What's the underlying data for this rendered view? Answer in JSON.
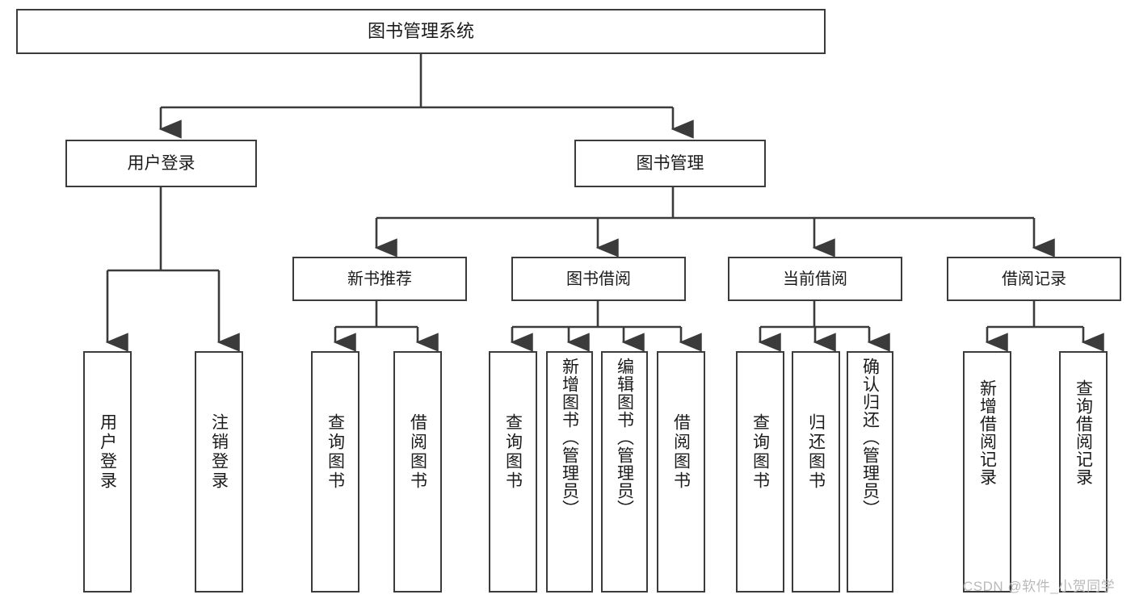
{
  "diagram": {
    "title": "图书管理系统",
    "type": "hierarchy-tree",
    "orientation": "top-down",
    "colors": {
      "stroke": "#3b3b3b",
      "fill": "#ffffff",
      "text": "#1b1b1b",
      "watermark": "#b9b9b9"
    },
    "nodes": {
      "root": {
        "label": "图书管理系统"
      },
      "level1": [
        {
          "id": "user-login",
          "label": "用户登录"
        },
        {
          "id": "book-management",
          "label": "图书管理"
        }
      ],
      "level2": [
        {
          "id": "new-book-recommend",
          "label": "新书推荐"
        },
        {
          "id": "book-borrow",
          "label": "图书借阅"
        },
        {
          "id": "current-borrow",
          "label": "当前借阅"
        },
        {
          "id": "borrow-record",
          "label": "借阅记录"
        }
      ],
      "leaves": {
        "user-login": [
          {
            "id": "leaf-user-login",
            "label": "用户登录"
          },
          {
            "id": "leaf-logout-login",
            "label": "注销登录"
          }
        ],
        "new-book-recommend": [
          {
            "id": "leaf-query-book-1",
            "label": "查询图书"
          },
          {
            "id": "leaf-borrow-book-1",
            "label": "借阅图书"
          }
        ],
        "book-borrow": [
          {
            "id": "leaf-query-book-2",
            "label": "查询图书"
          },
          {
            "id": "leaf-add-book-admin",
            "label": "新增图书（管理员）"
          },
          {
            "id": "leaf-edit-book-admin",
            "label": "编辑图书（管理员）"
          },
          {
            "id": "leaf-borrow-book-2",
            "label": "借阅图书"
          }
        ],
        "current-borrow": [
          {
            "id": "leaf-query-book-3",
            "label": "查询图书"
          },
          {
            "id": "leaf-return-book",
            "label": "归还图书"
          },
          {
            "id": "leaf-confirm-return-admin",
            "label": "确认归还（管理员）"
          }
        ],
        "borrow-record": [
          {
            "id": "leaf-add-borrow-record",
            "label": "新增借阅记录"
          },
          {
            "id": "leaf-query-borrow-record",
            "label": "查询借阅记录"
          }
        ]
      }
    },
    "watermark": "CSDN @软件_小贺同学"
  }
}
